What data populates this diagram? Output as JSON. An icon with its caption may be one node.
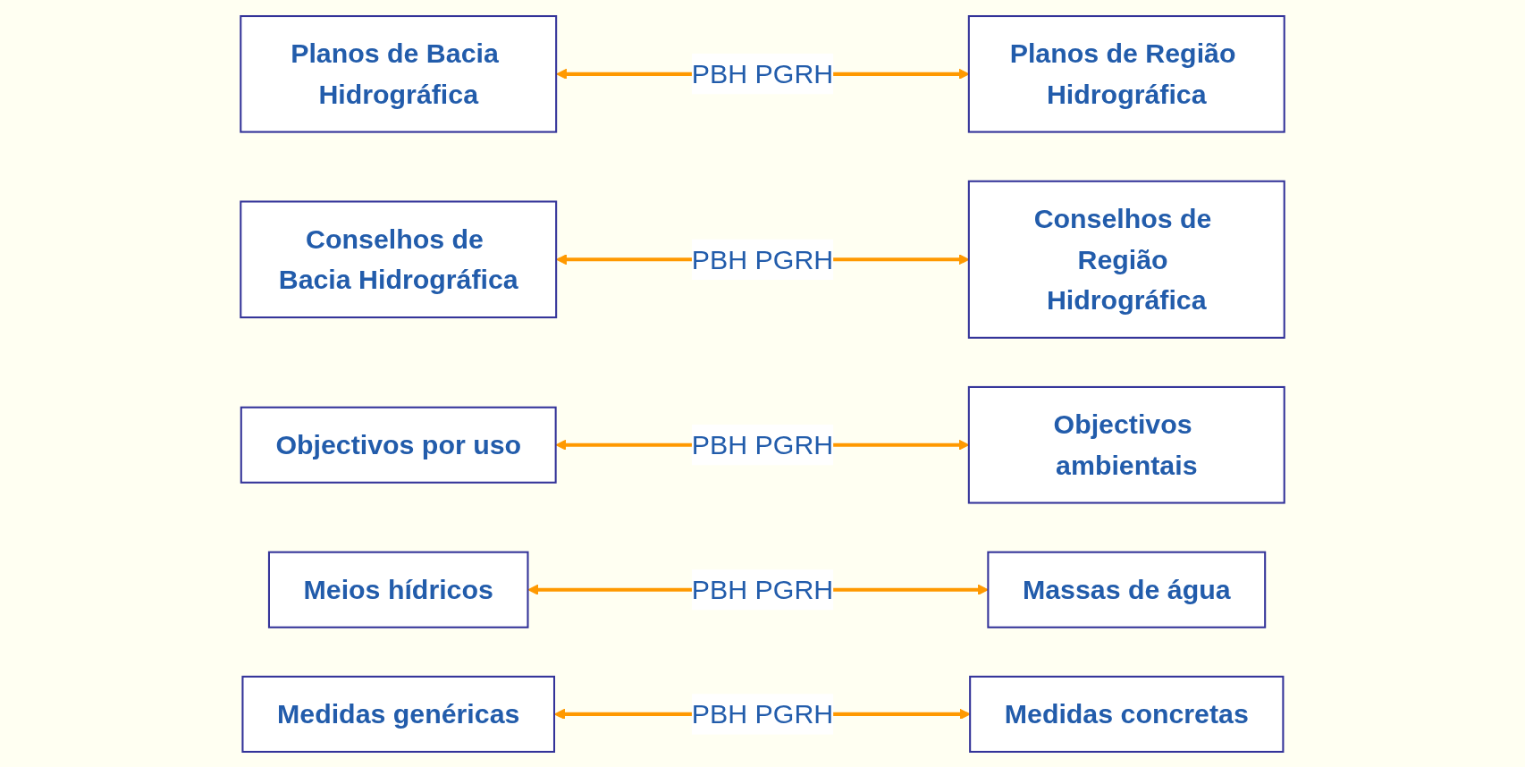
{
  "diagram": {
    "nodes": [
      {
        "text": [
          "Planos de Bacia Hidrográfica"
        ]
      },
      {
        "text": [
          "Planos de Região Hidrográfica"
        ]
      },
      {
        "text": [
          "Conselhos de Bacia Hidrográfica"
        ]
      },
      {
        "text": [
          "Conselhos de Região Hidrográfica"
        ]
      },
      {
        "text": [
          "Objectivos por uso"
        ]
      },
      {
        "text": [
          "Objectivos ambientais"
        ]
      },
      {
        "text": [
          "Meios hídricos"
        ]
      },
      {
        "text": [
          "Massas de água"
        ]
      },
      {
        "text": [
          "Medidas genéricas"
        ]
      },
      {
        "text": [
          "Medidas concretas"
        ]
      }
    ],
    "edges": [
      {
        "from": 0,
        "to": 1,
        "arrow": "both",
        "label": "PBH PGRH"
      },
      {
        "from": 2,
        "to": 3,
        "arrow": "both",
        "label": "PBH PGRH"
      },
      {
        "from": 4,
        "to": 5,
        "arrow": "both",
        "label": "PBH PGRH"
      },
      {
        "from": 6,
        "to": 7,
        "arrow": "both",
        "label": "PBH PGRH"
      },
      {
        "from": 8,
        "to": 9,
        "arrow": "both",
        "label": "PBH PGRH"
      }
    ]
  }
}
